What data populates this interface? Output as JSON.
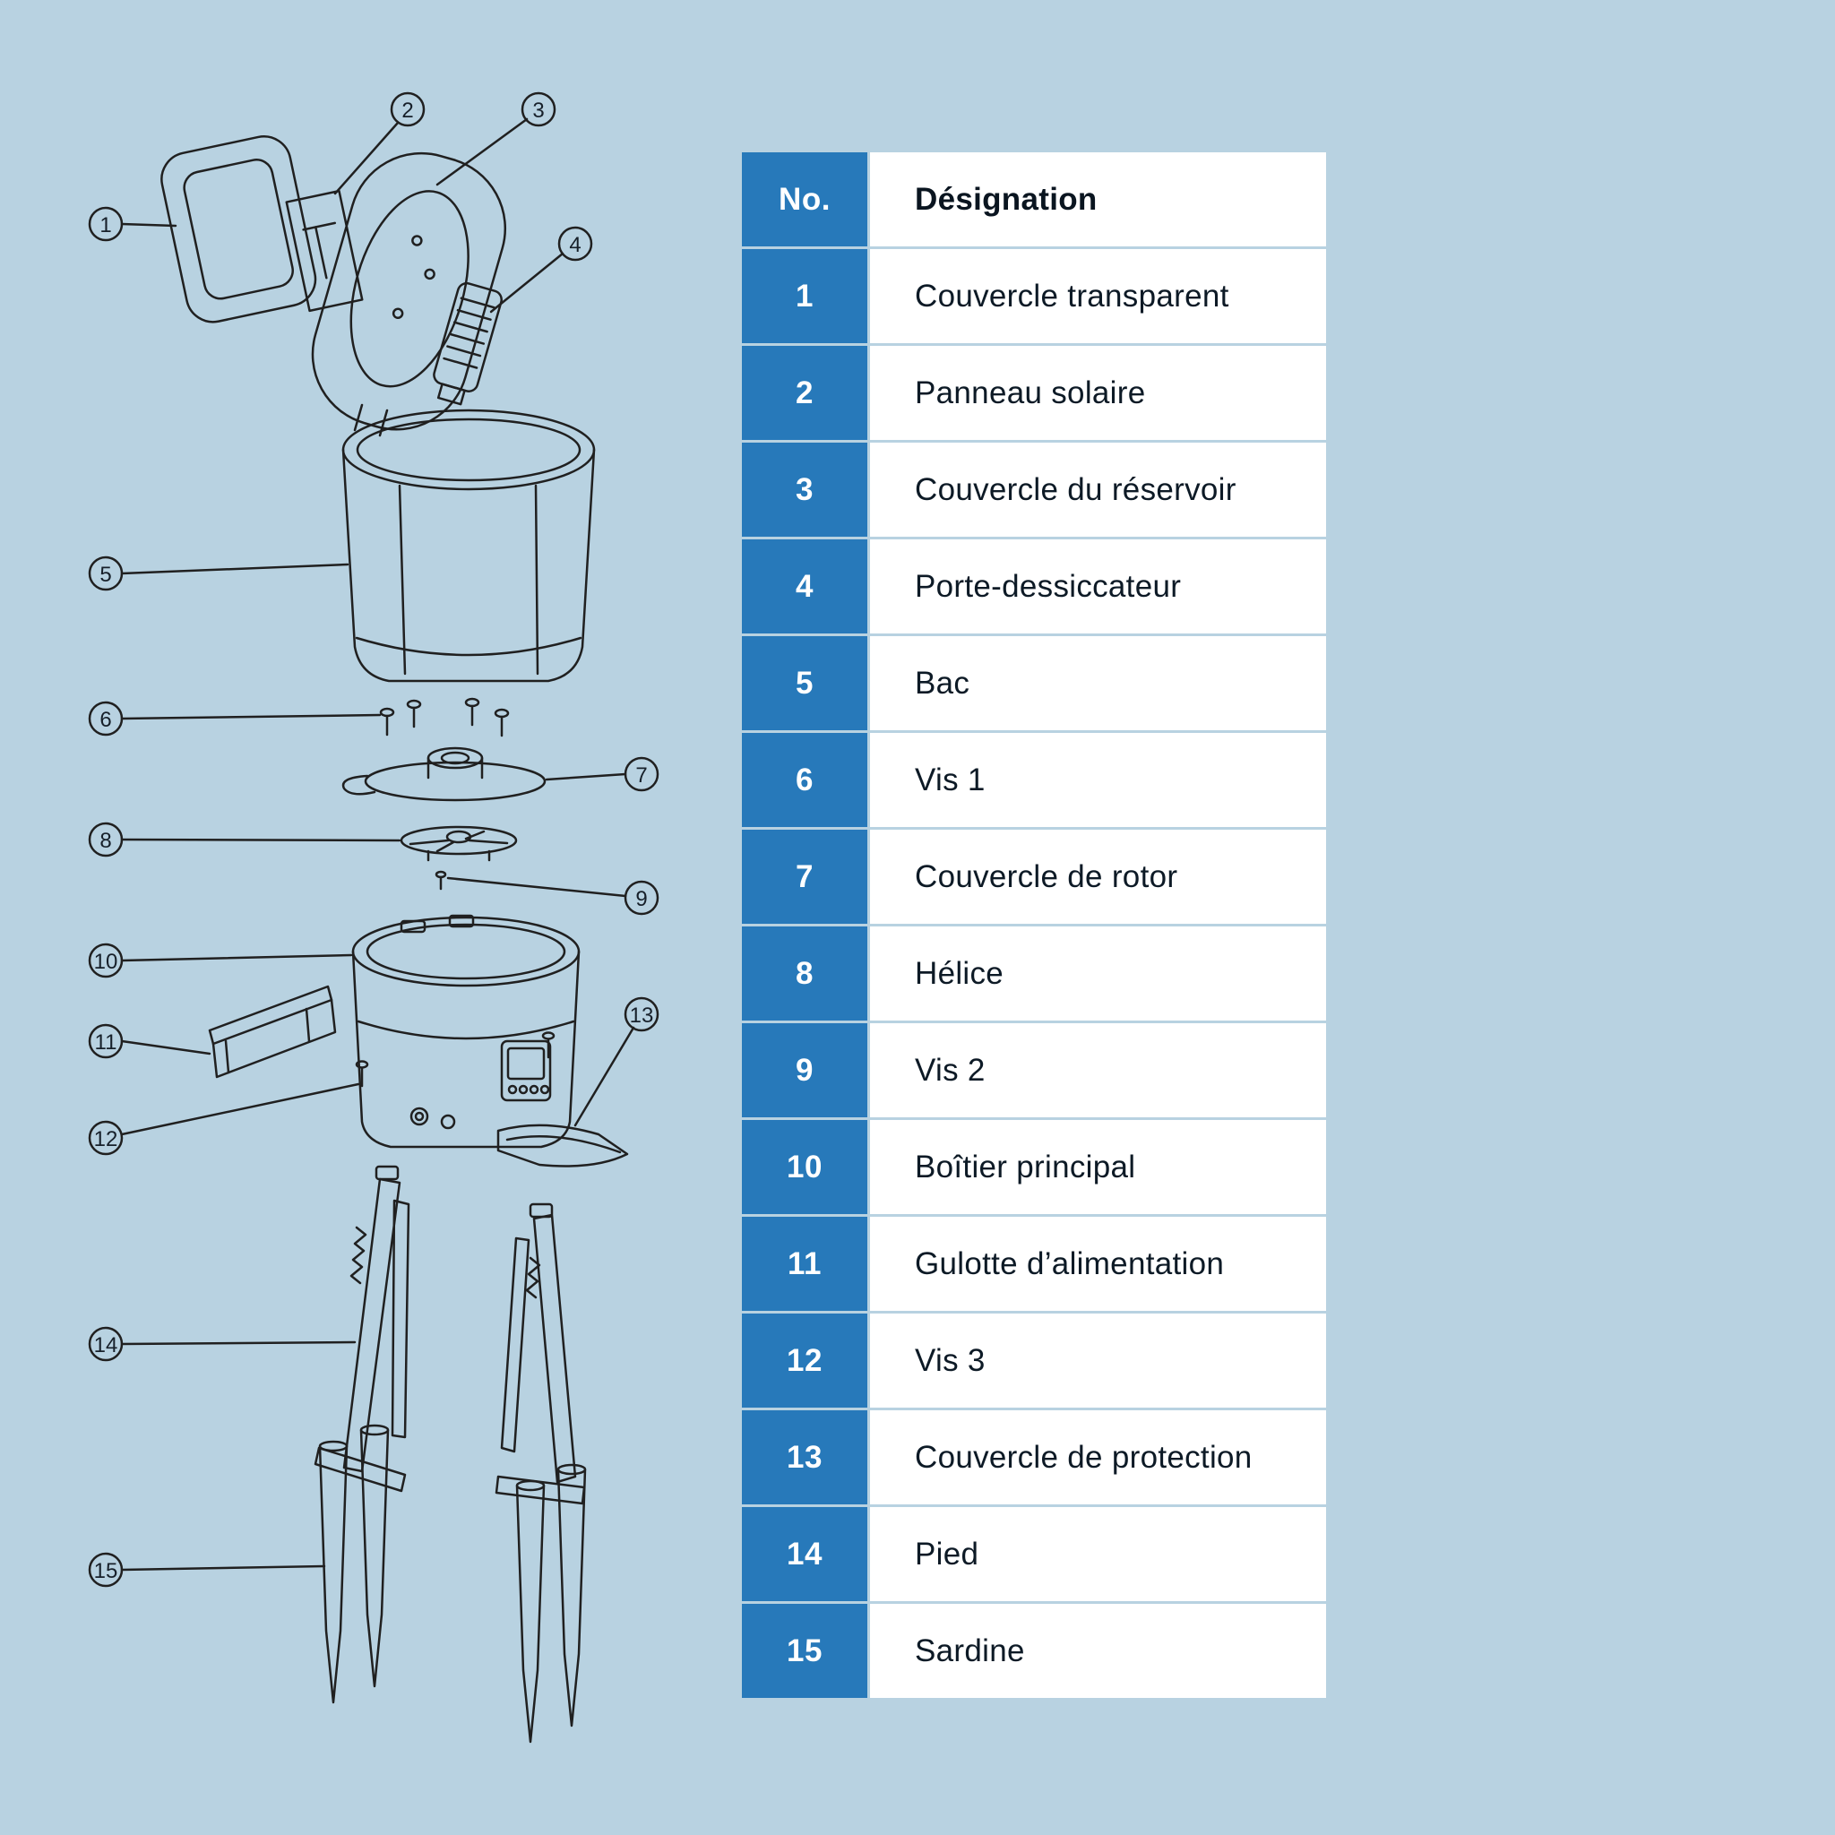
{
  "page": {
    "background_color": "#b8d2e1",
    "accent_blue": "#2779ba",
    "row_background": "#ffffff",
    "text_color": "#0d1a26",
    "line_color": "#202020"
  },
  "table": {
    "header": {
      "no": "No.",
      "designation": "Désignation"
    },
    "rows": [
      {
        "no": "1",
        "designation": "Couvercle transparent"
      },
      {
        "no": "2",
        "designation": "Panneau solaire"
      },
      {
        "no": "3",
        "designation": "Couvercle du réservoir"
      },
      {
        "no": "4",
        "designation": "Porte-dessiccateur"
      },
      {
        "no": "5",
        "designation": "Bac"
      },
      {
        "no": "6",
        "designation": "Vis 1"
      },
      {
        "no": "7",
        "designation": "Couvercle de rotor"
      },
      {
        "no": "8",
        "designation": "Hélice"
      },
      {
        "no": "9",
        "designation": "Vis 2"
      },
      {
        "no": "10",
        "designation": "Boîtier principal"
      },
      {
        "no": "11",
        "designation": "Gulotte d’alimentation"
      },
      {
        "no": "12",
        "designation": "Vis 3"
      },
      {
        "no": "13",
        "designation": "Couvercle de protection"
      },
      {
        "no": "14",
        "designation": "Pied"
      },
      {
        "no": "15",
        "designation": "Sardine"
      }
    ]
  },
  "diagram": {
    "callouts": [
      {
        "num": "1",
        "part": "couvercle-transparent"
      },
      {
        "num": "2",
        "part": "panneau-solaire"
      },
      {
        "num": "3",
        "part": "couvercle-du-reservoir"
      },
      {
        "num": "4",
        "part": "porte-dessiccateur"
      },
      {
        "num": "5",
        "part": "bac"
      },
      {
        "num": "6",
        "part": "vis-1"
      },
      {
        "num": "7",
        "part": "couvercle-de-rotor"
      },
      {
        "num": "8",
        "part": "helice"
      },
      {
        "num": "9",
        "part": "vis-2"
      },
      {
        "num": "10",
        "part": "boitier-principal"
      },
      {
        "num": "11",
        "part": "gulotte-d-alimentation"
      },
      {
        "num": "12",
        "part": "vis-3"
      },
      {
        "num": "13",
        "part": "couvercle-de-protection"
      },
      {
        "num": "14",
        "part": "pied"
      },
      {
        "num": "15",
        "part": "sardine"
      }
    ]
  }
}
